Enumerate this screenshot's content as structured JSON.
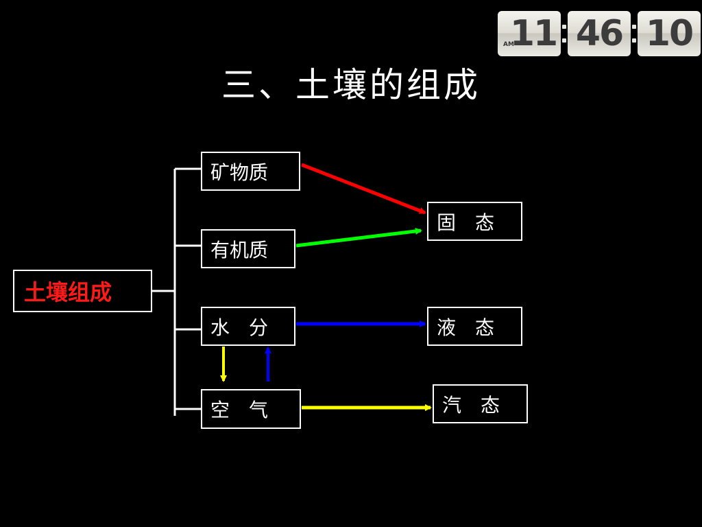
{
  "title": "三、土壤的组成",
  "clock": {
    "hours": "11",
    "minutes": "46",
    "seconds": "10",
    "period": "AM"
  },
  "diagram": {
    "root": "土壤组成",
    "components": [
      "矿物质",
      "有机质",
      "水　分",
      "空　气"
    ],
    "states": [
      "固　态",
      "液　态",
      "汽　态"
    ],
    "colors": {
      "root_text": "#ff1a1a",
      "mineral_arrow": "#ff0000",
      "organic_arrow": "#00ff00",
      "water_arrow": "#0000ff",
      "air_arrow": "#ffff00"
    }
  }
}
